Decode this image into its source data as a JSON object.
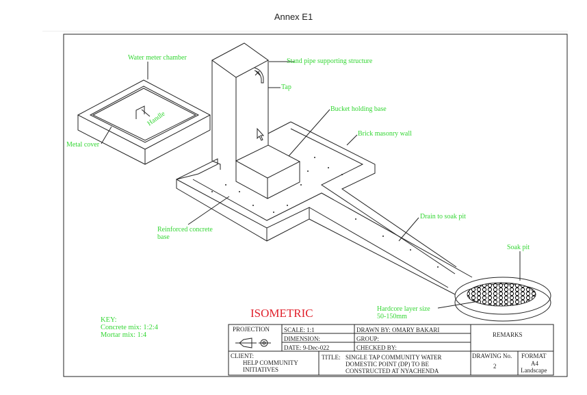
{
  "annex_title": "Annex E1",
  "labels": {
    "water_meter_chamber": "Water meter chamber",
    "handle": "Handle",
    "metal_cover": "Metal cover",
    "stand_pipe": "Stand pipe supporting structure",
    "tap": "Tap",
    "bucket_base": "Bucket holding base",
    "brick_wall": "Brick masonry wall",
    "concrete_base_1": "Reinforced concrete",
    "concrete_base_2": "base",
    "drain": "Drain to soak pit",
    "soak_pit": "Soak pit",
    "hardcore_1": "Hardcore layer size",
    "hardcore_2": "50-150mm"
  },
  "projection_name": "ISOMETRIC",
  "key": {
    "title": "KEY:",
    "items": [
      "Concrete mix: 1:2:4",
      "Mortar mix: 1:4"
    ]
  },
  "title_block": {
    "projection": "PROJECTION",
    "scale": "SCALE: 1:1",
    "dimension": "DIMENSION:",
    "date": "DATE: 9-Dec-022",
    "drawn_by": "DRAWN BY: OMARY BAKARI",
    "group": "GROUP:",
    "checked_by": "CHECKED BY:",
    "remarks": "REMARKS",
    "client_label": "CLIENT:",
    "client_1": "HELP COMMUNITY",
    "client_2": "INITIATIVES",
    "title_label": "TITLE:",
    "title_1": "SINGLE TAP COMMUNITY  WATER",
    "title_2": "DOMESTIC POINT (DP) TO BE",
    "title_3": "CONSTRUCTED AT NYACHENDA",
    "drawing_no_label": "DRAWING No.",
    "drawing_no": "2",
    "format_label": "FORMAT",
    "format_1": "A4",
    "format_2": "Landscape"
  }
}
